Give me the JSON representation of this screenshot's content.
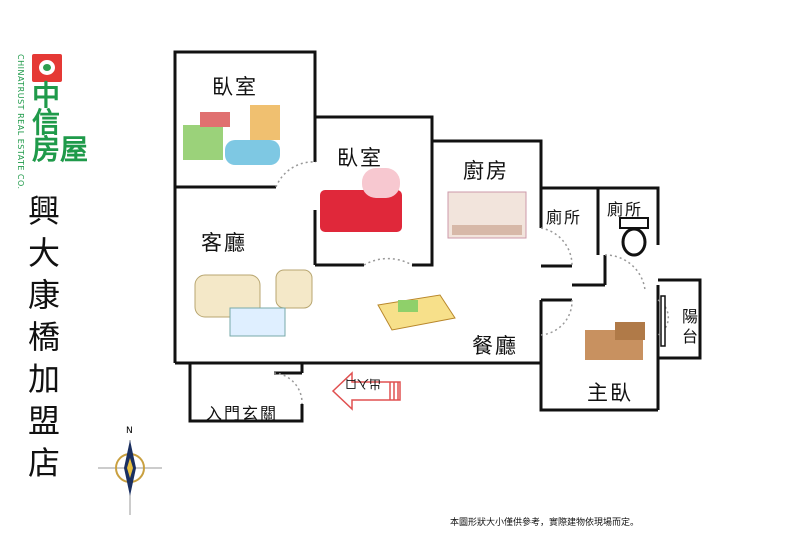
{
  "logo": {
    "brand_zh": "中信房屋",
    "brand_line1": "中",
    "brand_line2": "信",
    "brand_line3": "房屋",
    "brand_en": "CHINATRUST REAL ESTATE CO.",
    "color": "#1f9a4a",
    "accent": "#e53935"
  },
  "store_name": "興大康橋加盟店",
  "rooms": {
    "bedroom_1": "臥室",
    "bedroom_2": "臥室",
    "kitchen": "廚房",
    "bathroom_1": "廁所",
    "bathroom_2": "廁所",
    "living_room": "客廳",
    "dining_room": "餐廳",
    "master_bedroom": "主臥",
    "balcony": "陽台",
    "entrance": "入門玄關"
  },
  "entrance_arrow": {
    "text": "出入口",
    "color": "#e05050"
  },
  "compass": {
    "north_label": "N"
  },
  "note": "本圖形狀大小僅供參考，實際建物依現場而定。"
}
